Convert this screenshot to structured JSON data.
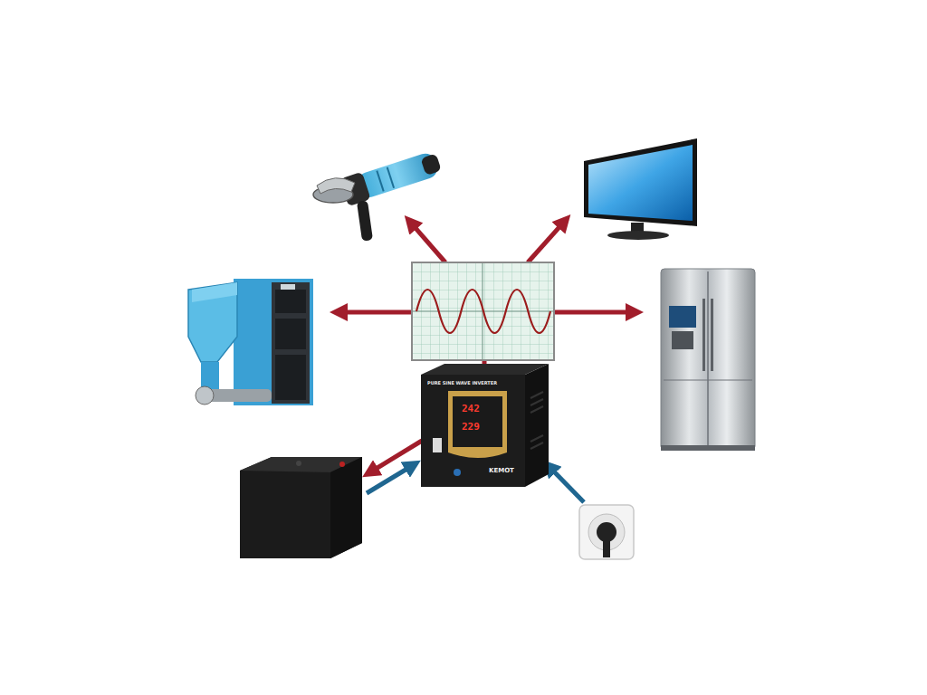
{
  "diagram": {
    "labels": [
      "PURE SINE WAVE INVERTER",
      "242",
      "229",
      "KEMOT"
    ]
  }
}
